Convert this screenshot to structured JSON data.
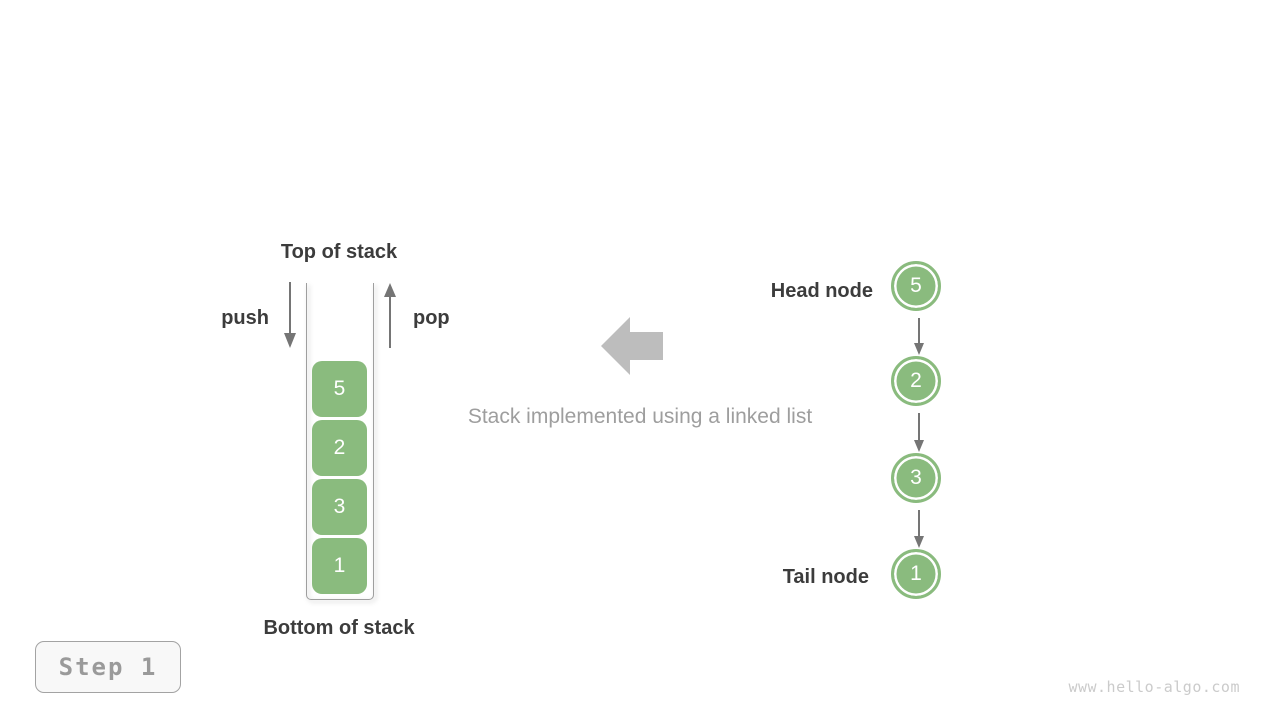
{
  "diagram": {
    "source": "www.hello-algo.com"
  },
  "stack": {
    "top_label": "Top of stack",
    "bottom_label": "Bottom of stack",
    "push_label": "push",
    "pop_label": "pop",
    "items": [
      "5",
      "2",
      "3",
      "1"
    ]
  },
  "caption": {
    "text": "Stack implemented using a linked list"
  },
  "linked_list": {
    "head_label": "Head node",
    "tail_label": "Tail node",
    "nodes": [
      "5",
      "2",
      "3",
      "1"
    ]
  },
  "step_badge": {
    "label": "Step 1"
  },
  "watermark": {
    "text": "www.hello-algo.com"
  },
  "colors": {
    "node_green": "#8abb7e",
    "label_dark": "#3c3c3c",
    "arrow_gray": "#757575",
    "big_arrow_gray": "#bdbdbd",
    "caption_gray": "#9e9e9e",
    "container_border": "#9e9e9e",
    "badge_text": "#9a9a9a",
    "watermark_gray": "#cbcbcb"
  }
}
